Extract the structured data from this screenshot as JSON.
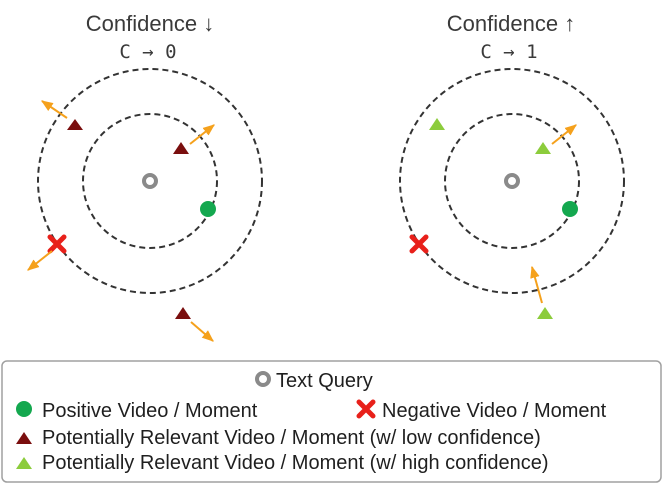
{
  "panels": [
    {
      "title": "Confidence ↓",
      "subtitle": "C  → 0"
    },
    {
      "title": "Confidence ↑",
      "subtitle": "C  → 1"
    }
  ],
  "legend": {
    "text_query": "Text Query",
    "positive": "Positive Video / Moment",
    "negative": "Negative Video / Moment",
    "relevant_low": "Potentially Relevant Video / Moment (w/ low confidence)",
    "relevant_high": "Potentially Relevant Video / Moment (w/ high confidence)"
  },
  "colors": {
    "positive": "#14a84f",
    "negative": "#e8201a",
    "relevant_low": "#7a0e0e",
    "relevant_high": "#8ccc3c",
    "arrow": "#f5a11c",
    "query": "#8a8a8a"
  },
  "icons": [
    "text-query-icon",
    "positive-circle-icon",
    "negative-cross-icon",
    "low-confidence-triangle-icon",
    "high-confidence-triangle-icon",
    "movement-arrow-icon"
  ]
}
